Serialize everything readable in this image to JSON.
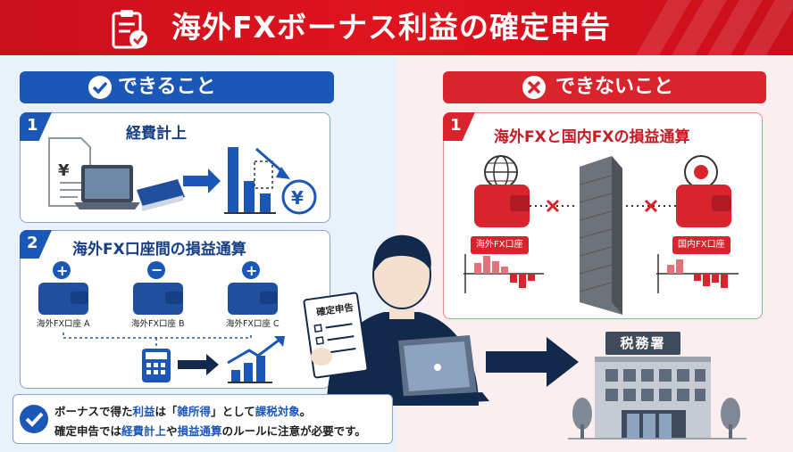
{
  "title": "海外FXボーナス利益の確定申告",
  "can": {
    "heading": "できること",
    "item1": {
      "num": "1",
      "title": "経費計上",
      "yen": "¥"
    },
    "item2": {
      "num": "2",
      "title": "海外FX口座間の損益通算",
      "accounts": [
        {
          "sign": "+",
          "label": "海外FX口座 A"
        },
        {
          "sign": "−",
          "label": "海外FX口座 B"
        },
        {
          "sign": "+",
          "label": "海外FX口座 C"
        }
      ]
    }
  },
  "cannot": {
    "heading": "できないこと",
    "item1": {
      "num": "1",
      "title": "海外FXと国内FXの損益通算",
      "left_tag": "海外FX口座",
      "right_tag": "国内FX口座"
    }
  },
  "person_doc_title": "確定申告",
  "tax_office": "税務署",
  "note": {
    "line1": [
      {
        "text": "ボーナスで得た",
        "hl": false
      },
      {
        "text": "利益",
        "hl": true
      },
      {
        "text": "は「",
        "hl": false
      },
      {
        "text": "雑所得",
        "hl": true
      },
      {
        "text": "」として",
        "hl": false
      },
      {
        "text": "課税対象",
        "hl": true
      },
      {
        "text": "。",
        "hl": false
      }
    ],
    "line2": [
      {
        "text": "確定申告では",
        "hl": false
      },
      {
        "text": "経費計上",
        "hl": true
      },
      {
        "text": "や",
        "hl": false
      },
      {
        "text": "損益通算",
        "hl": true
      },
      {
        "text": "のルールに注意が必要です。",
        "hl": false
      }
    ]
  },
  "colors": {
    "brand_red": "#d9242e",
    "brand_blue": "#1b57b7",
    "navy": "#13294b"
  },
  "icons": [
    "clipboard-check-icon",
    "check-circle-icon",
    "x-circle-icon",
    "globe-icon",
    "japan-flag-icon",
    "calculator-icon",
    "laptop-icon",
    "document-icon",
    "building-icon",
    "wall-icon"
  ]
}
